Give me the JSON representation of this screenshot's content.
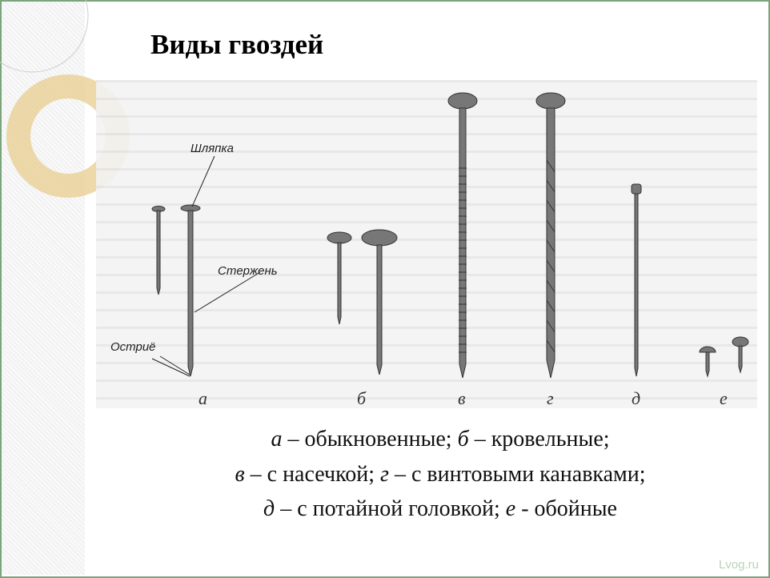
{
  "slide": {
    "title": "Виды гвоздей",
    "parts": {
      "head": "Шляпка",
      "shank": "Стержень",
      "point": "Остриё"
    },
    "letters": [
      "а",
      "б",
      "в",
      "г",
      "д",
      "е"
    ],
    "caption": [
      [
        {
          "l": "а",
          "t": " – обыкновенные; "
        },
        {
          "l": "б",
          "t": " – кровельные;"
        }
      ],
      [
        {
          "l": "в",
          "t": " – с насечкой; "
        },
        {
          "l": "г",
          "t": " – с винтовыми канавками;"
        }
      ],
      [
        {
          "l": "д",
          "t": " – с потайной головкой; "
        },
        {
          "l": "е",
          "t": " - обойные"
        }
      ]
    ],
    "watermark": "Lvog.ru"
  },
  "colors": {
    "border": "#7aa57a",
    "accent": "#e0c070"
  }
}
